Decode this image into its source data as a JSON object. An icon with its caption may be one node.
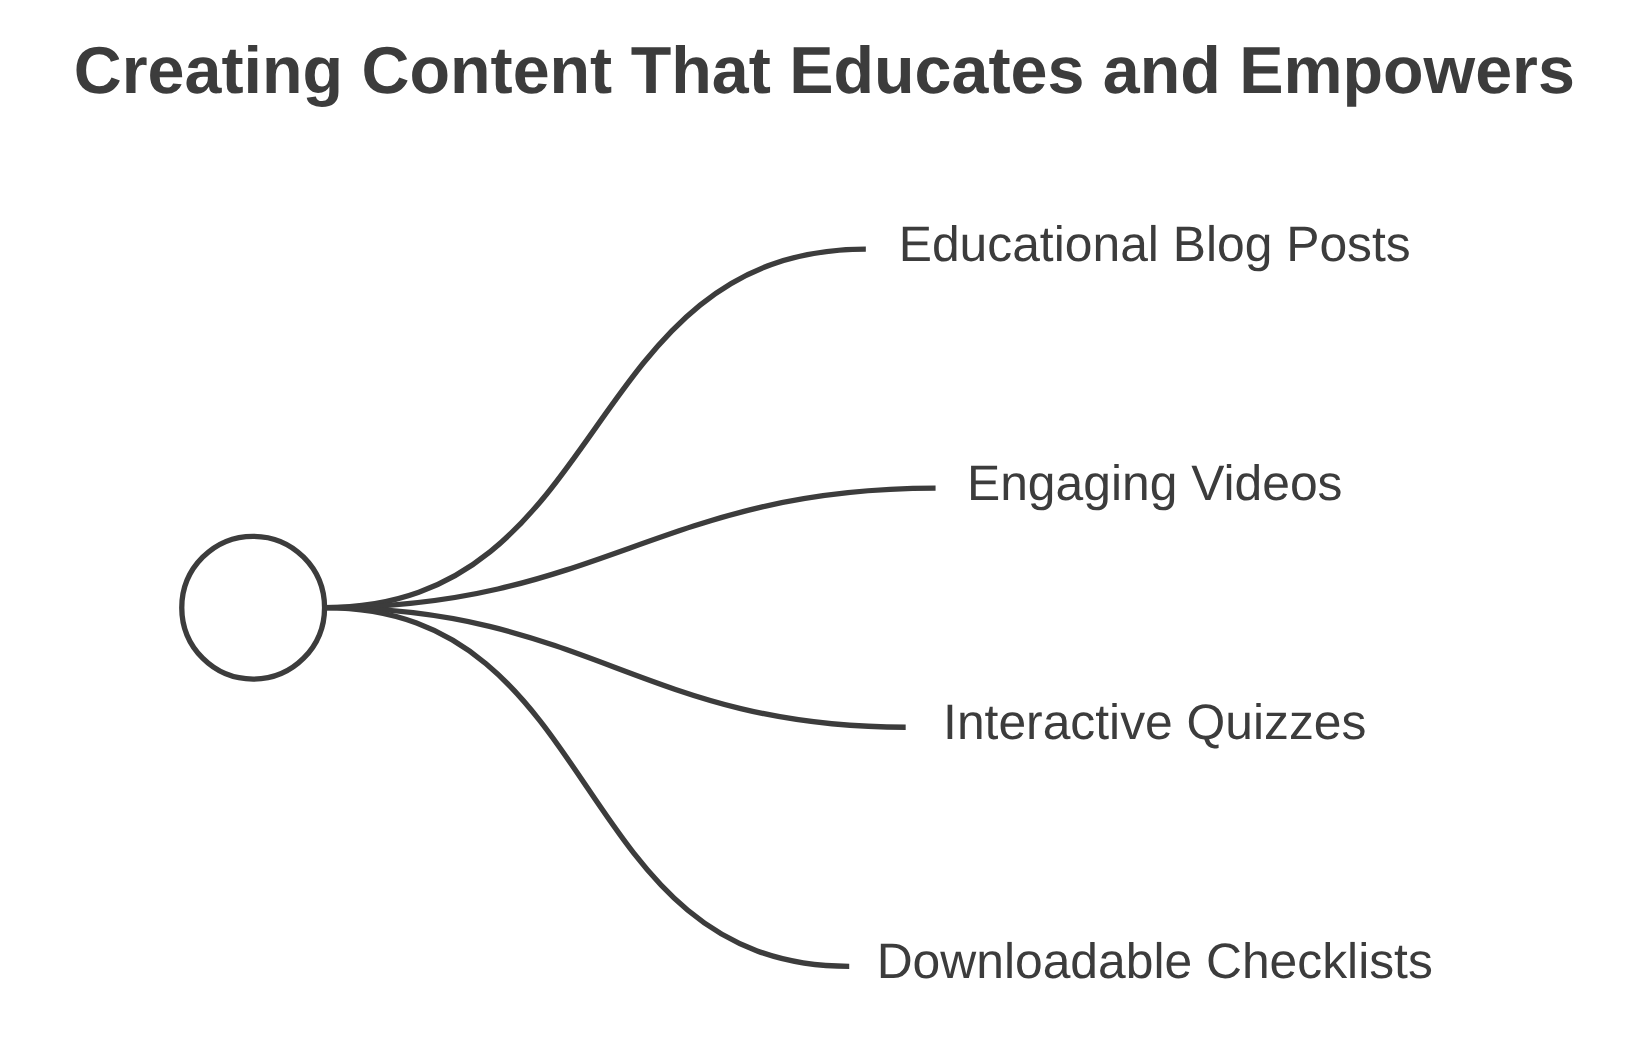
{
  "diagram": {
    "title": "Creating Content That Educates and Empowers",
    "nodes": [
      {
        "text": [],
        "shape": "circle"
      },
      {
        "text": [
          "Educational Blog Posts"
        ]
      },
      {
        "text": [
          "Engaging Videos"
        ]
      },
      {
        "text": [
          "Interactive Quizzes"
        ]
      },
      {
        "text": [
          "Downloadable Checklists"
        ]
      }
    ],
    "edges": [
      {
        "from": 0,
        "to": 1,
        "arrow": "none"
      },
      {
        "from": 0,
        "to": 2,
        "arrow": "none"
      },
      {
        "from": 0,
        "to": 3,
        "arrow": "none"
      },
      {
        "from": 0,
        "to": 4,
        "arrow": "none"
      }
    ]
  }
}
